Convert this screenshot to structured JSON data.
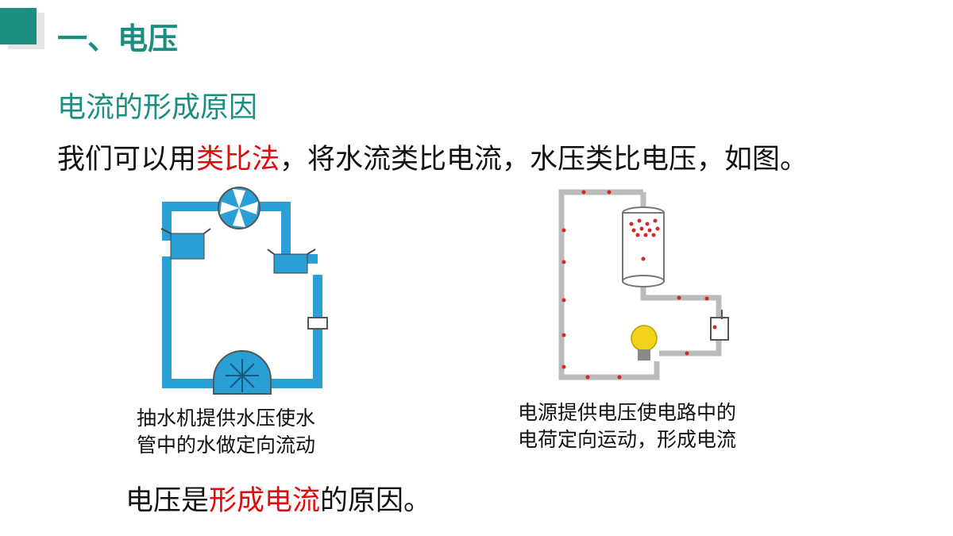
{
  "header": {
    "title": "一、电压"
  },
  "section": {
    "subtitle": "电流的形成原因"
  },
  "intro": {
    "before": "我们可以用",
    "highlight": "类比法",
    "after": "，将水流类比电流，水压类比电压，如图。"
  },
  "figures": {
    "water": {
      "caption": "抽水机提供水压使水\n管中的水做定向流动"
    },
    "electric": {
      "caption": "电源提供电压使电路中的\n电荷定向运动，形成电流"
    }
  },
  "conclusion": {
    "before": "电压是",
    "highlight": "形成电流",
    "after": "的原因。"
  },
  "colors": {
    "accent": "#1a8f7f",
    "highlight": "#e10b0b",
    "water": "#2a9fd6",
    "bulb": "#f3d21a"
  }
}
